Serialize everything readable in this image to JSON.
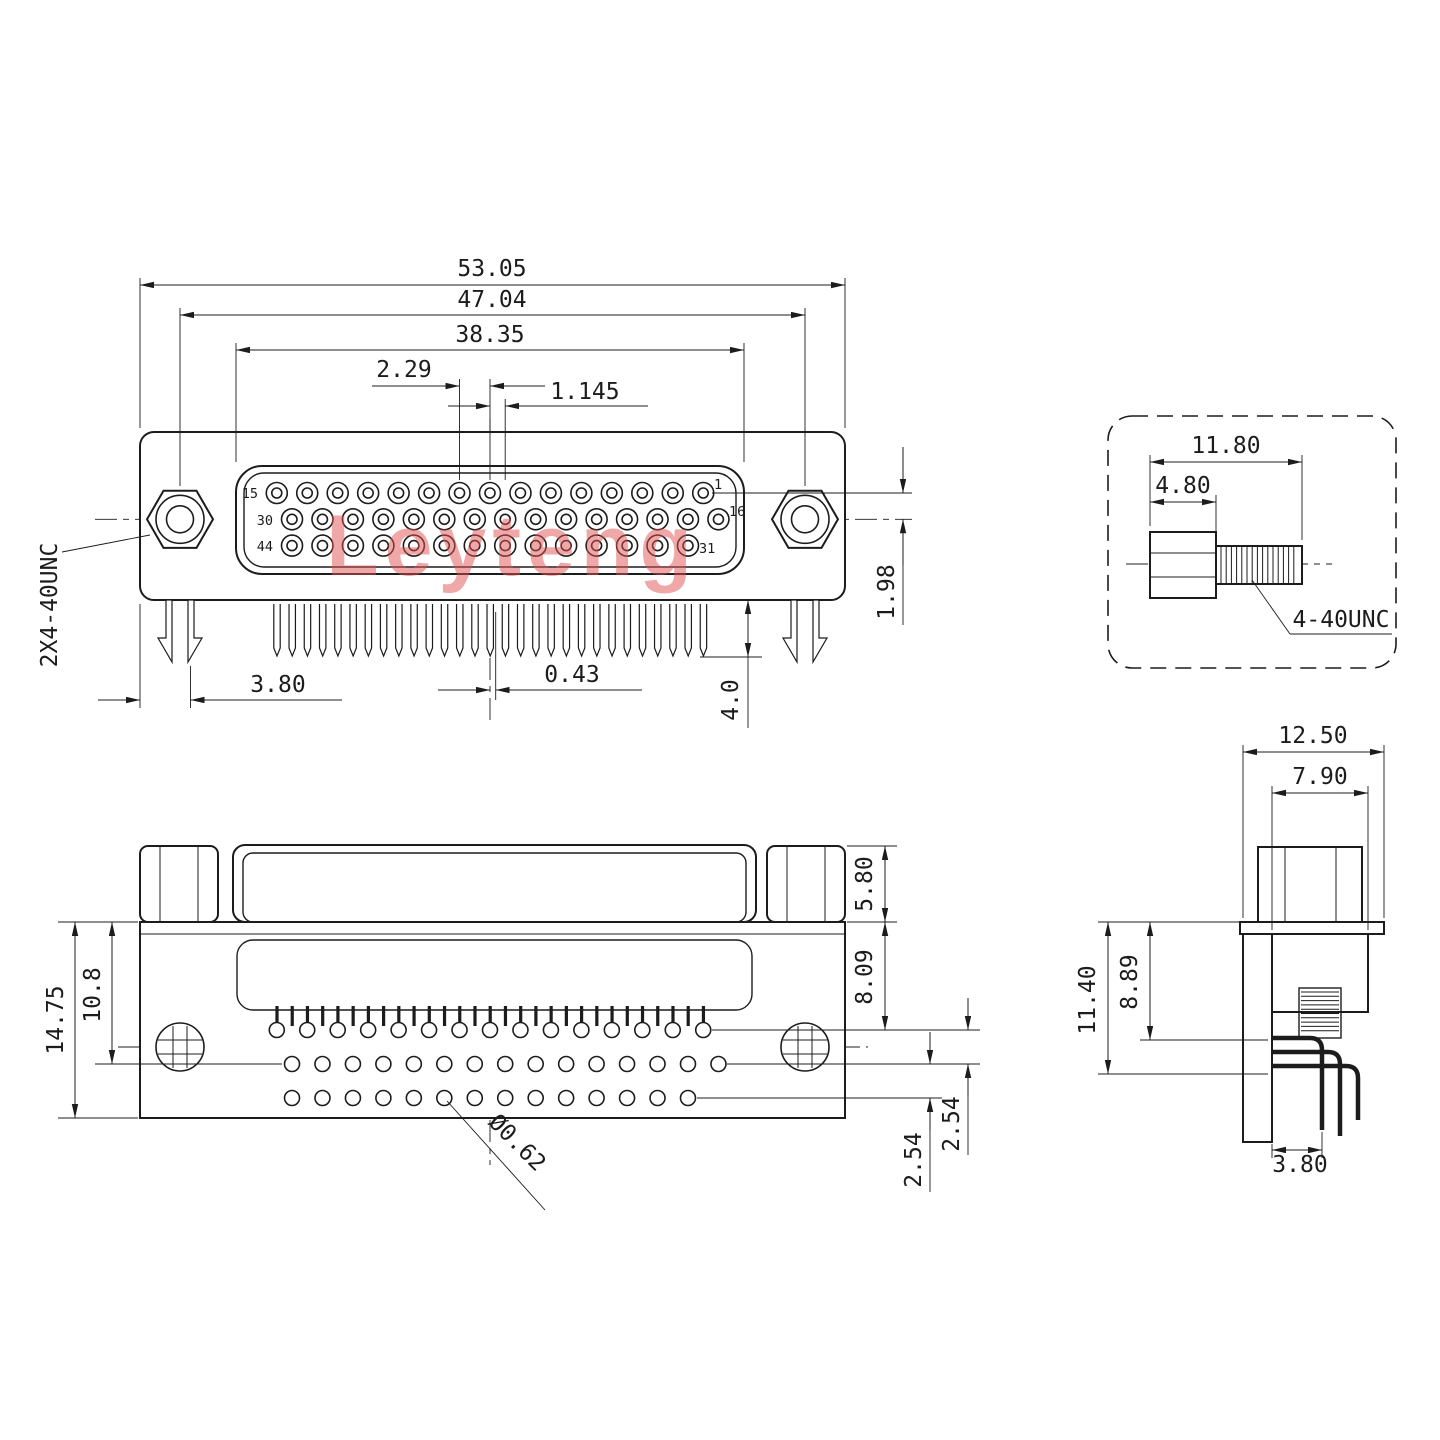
{
  "drawing": {
    "watermark": "Leyteng",
    "front_view": {
      "dims": {
        "overall_width": "53.05",
        "mount_span": "47.04",
        "insert_width": "38.35",
        "pin_pitch": "2.29",
        "half_pitch": "1.145",
        "row_spacing": "1.98",
        "pin_length": "4.0",
        "bracket_offset": "3.80",
        "center_offset": "0.43",
        "thread_callout": "2X4-40UNC"
      },
      "pin_rows": [
        {
          "count": 15,
          "left_label": "15",
          "right_label": "1"
        },
        {
          "count": 15,
          "left_label": "30",
          "right_label": "16"
        },
        {
          "count": 14,
          "left_label": "44",
          "right_label": "31"
        }
      ]
    },
    "screw_detail": {
      "dims": {
        "overall_length": "11.80",
        "head_length": "4.80",
        "thread_callout": "4-40UNC"
      }
    },
    "bottom_view": {
      "dims": {
        "total_height": "14.75",
        "row_height": "10.8",
        "standoff_height": "5.80",
        "face_to_row": "8.09",
        "row_gap_inner": "2.54",
        "row_gap_outer": "2.54",
        "hole_diameter": "Ø0.62"
      }
    },
    "side_view": {
      "dims": {
        "total_depth": "12.50",
        "body_depth": "7.90",
        "total_height": "11.40",
        "body_height": "8.89",
        "pin_offset": "3.80"
      }
    }
  }
}
